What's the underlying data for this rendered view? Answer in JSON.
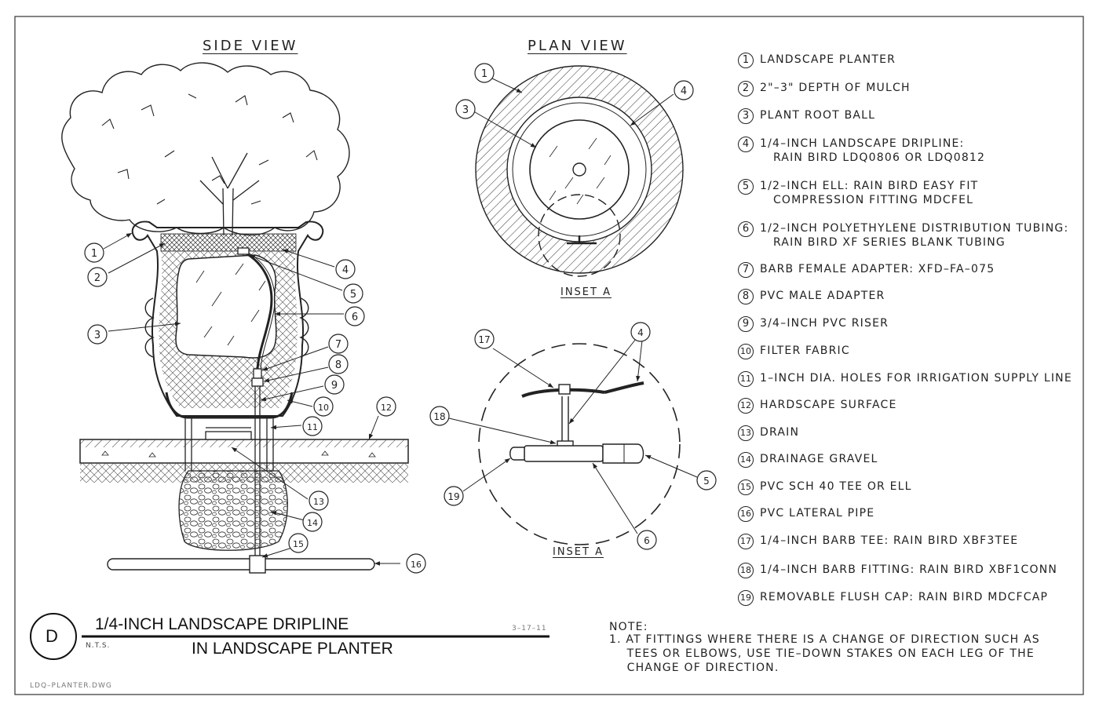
{
  "views": {
    "side_title": "SIDE VIEW",
    "plan_title": "PLAN VIEW",
    "inset_label_plan": "INSET A",
    "inset_label_detail": "INSET A"
  },
  "legend": [
    {
      "num": "1",
      "text": "LANDSCAPE PLANTER"
    },
    {
      "num": "2",
      "text": "2\"–3\" DEPTH OF MULCH"
    },
    {
      "num": "3",
      "text": "PLANT ROOT BALL"
    },
    {
      "num": "4",
      "text": "1/4–INCH LANDSCAPE DRIPLINE:\n   RAIN BIRD LDQ0806 OR LDQ0812"
    },
    {
      "num": "5",
      "text": "1/2–INCH ELL: RAIN BIRD EASY FIT\n   COMPRESSION FITTING MDCFEL"
    },
    {
      "num": "6",
      "text": "1/2–INCH POLYETHYLENE DISTRIBUTION TUBING:\n   RAIN BIRD XF SERIES BLANK TUBING"
    },
    {
      "num": "7",
      "text": "BARB FEMALE ADAPTER: XFD–FA–075"
    },
    {
      "num": "8",
      "text": "PVC MALE ADAPTER"
    },
    {
      "num": "9",
      "text": "3/4–INCH PVC RISER"
    },
    {
      "num": "10",
      "text": "FILTER FABRIC"
    },
    {
      "num": "11",
      "text": "1–INCH DIA. HOLES FOR IRRIGATION SUPPLY LINE"
    },
    {
      "num": "12",
      "text": "HARDSCAPE SURFACE"
    },
    {
      "num": "13",
      "text": "DRAIN"
    },
    {
      "num": "14",
      "text": "DRAINAGE GRAVEL"
    },
    {
      "num": "15",
      "text": "PVC SCH 40 TEE OR ELL"
    },
    {
      "num": "16",
      "text": "PVC LATERAL PIPE"
    },
    {
      "num": "17",
      "text": "1/4–INCH BARB TEE: RAIN BIRD XBF3TEE"
    },
    {
      "num": "18",
      "text": "1/4–INCH BARB FITTING: RAIN BIRD XBF1CONN"
    },
    {
      "num": "19",
      "text": "REMOVABLE FLUSH CAP: RAIN BIRD MDCFCAP"
    }
  ],
  "title_block": {
    "detail_letter": "D",
    "title_line1": "1/4-INCH LANDSCAPE DRIPLINE",
    "title_line2": "IN LANDSCAPE PLANTER",
    "scale": "N.T.S.",
    "date": "3–17–11",
    "filename": "LDQ–PLANTER.DWG"
  },
  "note": {
    "heading": "NOTE:",
    "text": "1. AT FITTINGS WHERE THERE IS A CHANGE OF DIRECTION SUCH AS\n    TEES OR ELBOWS, USE TIE–DOWN STAKES ON EACH LEG OF THE\n    CHANGE OF DIRECTION."
  },
  "callouts": {
    "c1": "1",
    "c2": "2",
    "c3": "3",
    "c4": "4",
    "c5": "5",
    "c6": "6",
    "c7": "7",
    "c8": "8",
    "c9": "9",
    "c10": "10",
    "c11": "11",
    "c12": "12",
    "c13": "13",
    "c14": "14",
    "c15": "15",
    "c16": "16",
    "p1": "1",
    "p3": "3",
    "p4": "4",
    "i17": "17",
    "i4": "4",
    "i18": "18",
    "i5": "5",
    "i19": "19",
    "i6": "6"
  }
}
